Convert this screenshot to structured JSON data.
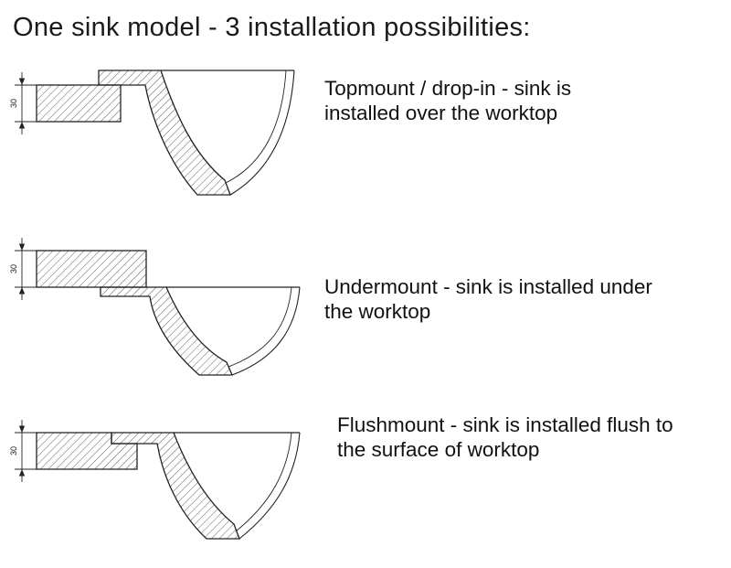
{
  "title": "One sink model - 3 installation possibilities:",
  "dimension": {
    "label": "30"
  },
  "sections": [
    {
      "name": "topmount",
      "label": "Topmount / drop-in - sink is installed over the worktop"
    },
    {
      "name": "undermount",
      "label": "Undermount - sink is installed under the worktop"
    },
    {
      "name": "flushmount",
      "label": "Flushmount - sink is installed flush to the surface of worktop"
    }
  ],
  "colors": {
    "line": "#222222",
    "background": "#ffffff"
  }
}
